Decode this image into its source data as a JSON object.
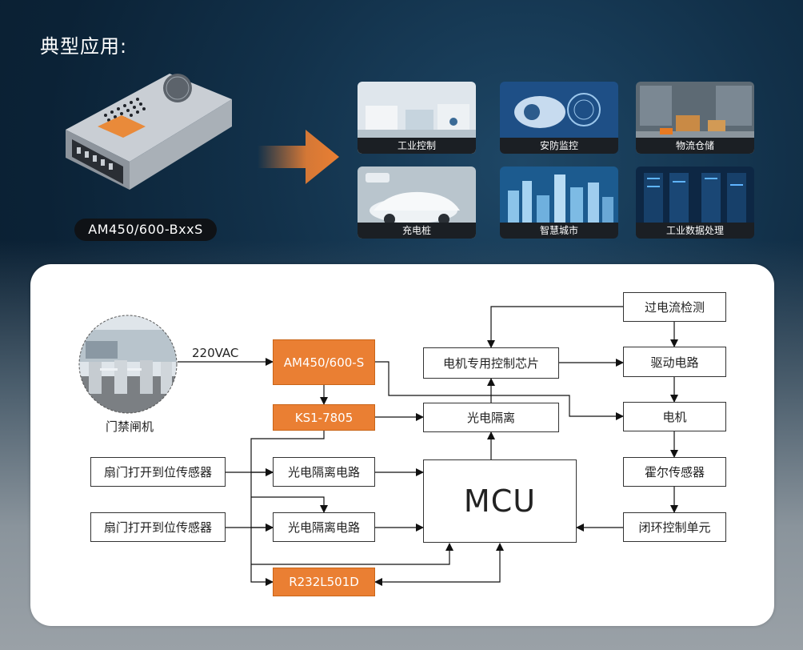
{
  "header": {
    "title": "典型应用:"
  },
  "product": {
    "model": "AM450/600-BxxS"
  },
  "applications": [
    {
      "label": "工业控制",
      "icon": "factory-scene"
    },
    {
      "label": "安防监控",
      "icon": "security-scene"
    },
    {
      "label": "物流仓储",
      "icon": "warehouse-scene"
    },
    {
      "label": "充电桩",
      "icon": "ev-charging-scene"
    },
    {
      "label": "智慧城市",
      "icon": "smart-city-scene"
    },
    {
      "label": "工业数据处理",
      "icon": "datacenter-scene"
    }
  ],
  "diagram": {
    "source_label": "门禁闸机",
    "input_label": "220VAC",
    "power_module": "AM450/600-S",
    "regulator": "KS1-7805",
    "sensor_1": "扇门打开到位传感器",
    "sensor_2": "扇门打开到位传感器",
    "opto_circuit_1": "光电隔离电路",
    "opto_circuit_2": "光电隔离电路",
    "interface": "R232L501D",
    "mcu": "MCU",
    "opto_isolation": "光电隔离",
    "motor_chip": "电机专用控制芯片",
    "overcurrent": "过电流检测",
    "drive_circuit": "驱动电路",
    "motor": "电机",
    "hall_sensor": "霍尔传感器",
    "closed_loop": "闭环控制单元"
  },
  "colors": {
    "accent": "#ea7f33",
    "tile_caption": "#1b1f24",
    "pill": "#0f1216"
  }
}
